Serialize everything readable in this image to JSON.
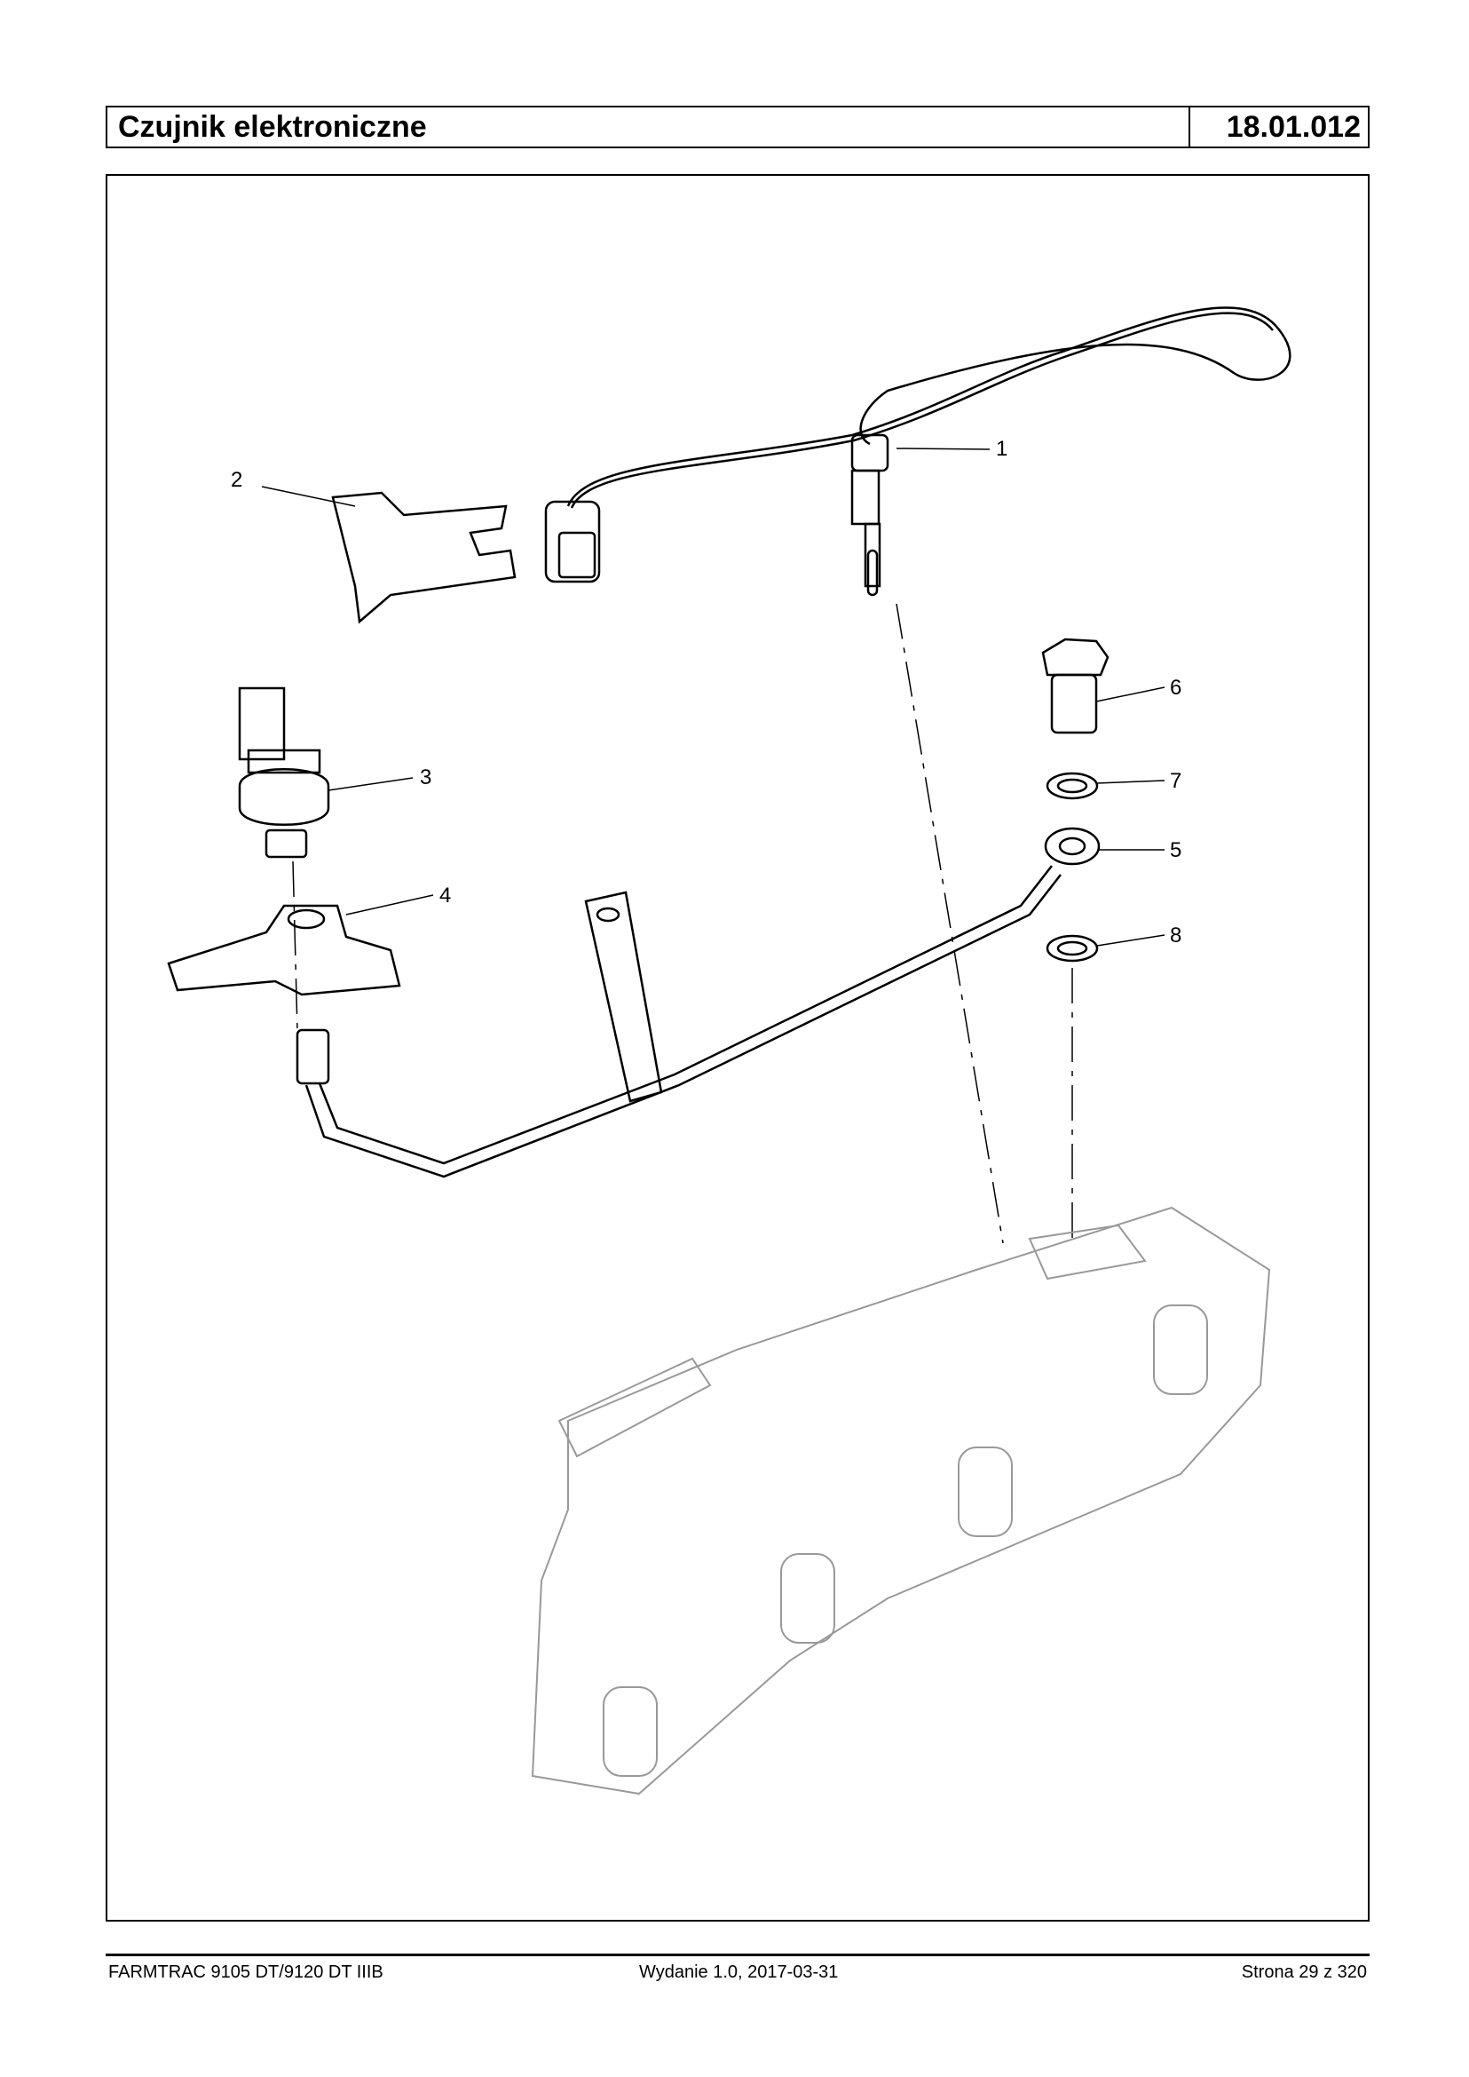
{
  "header": {
    "title": "Czujnik elektroniczne",
    "section_number": "18.01.012"
  },
  "callouts": [
    "1",
    "2",
    "3",
    "4",
    "5",
    "6",
    "7",
    "8"
  ],
  "footer": {
    "model": "FARMTRAC 9105 DT/9120 DT IIIB",
    "edition": "Wydanie 1.0,  2017-03-31",
    "page": "Strona 29 z 320"
  }
}
